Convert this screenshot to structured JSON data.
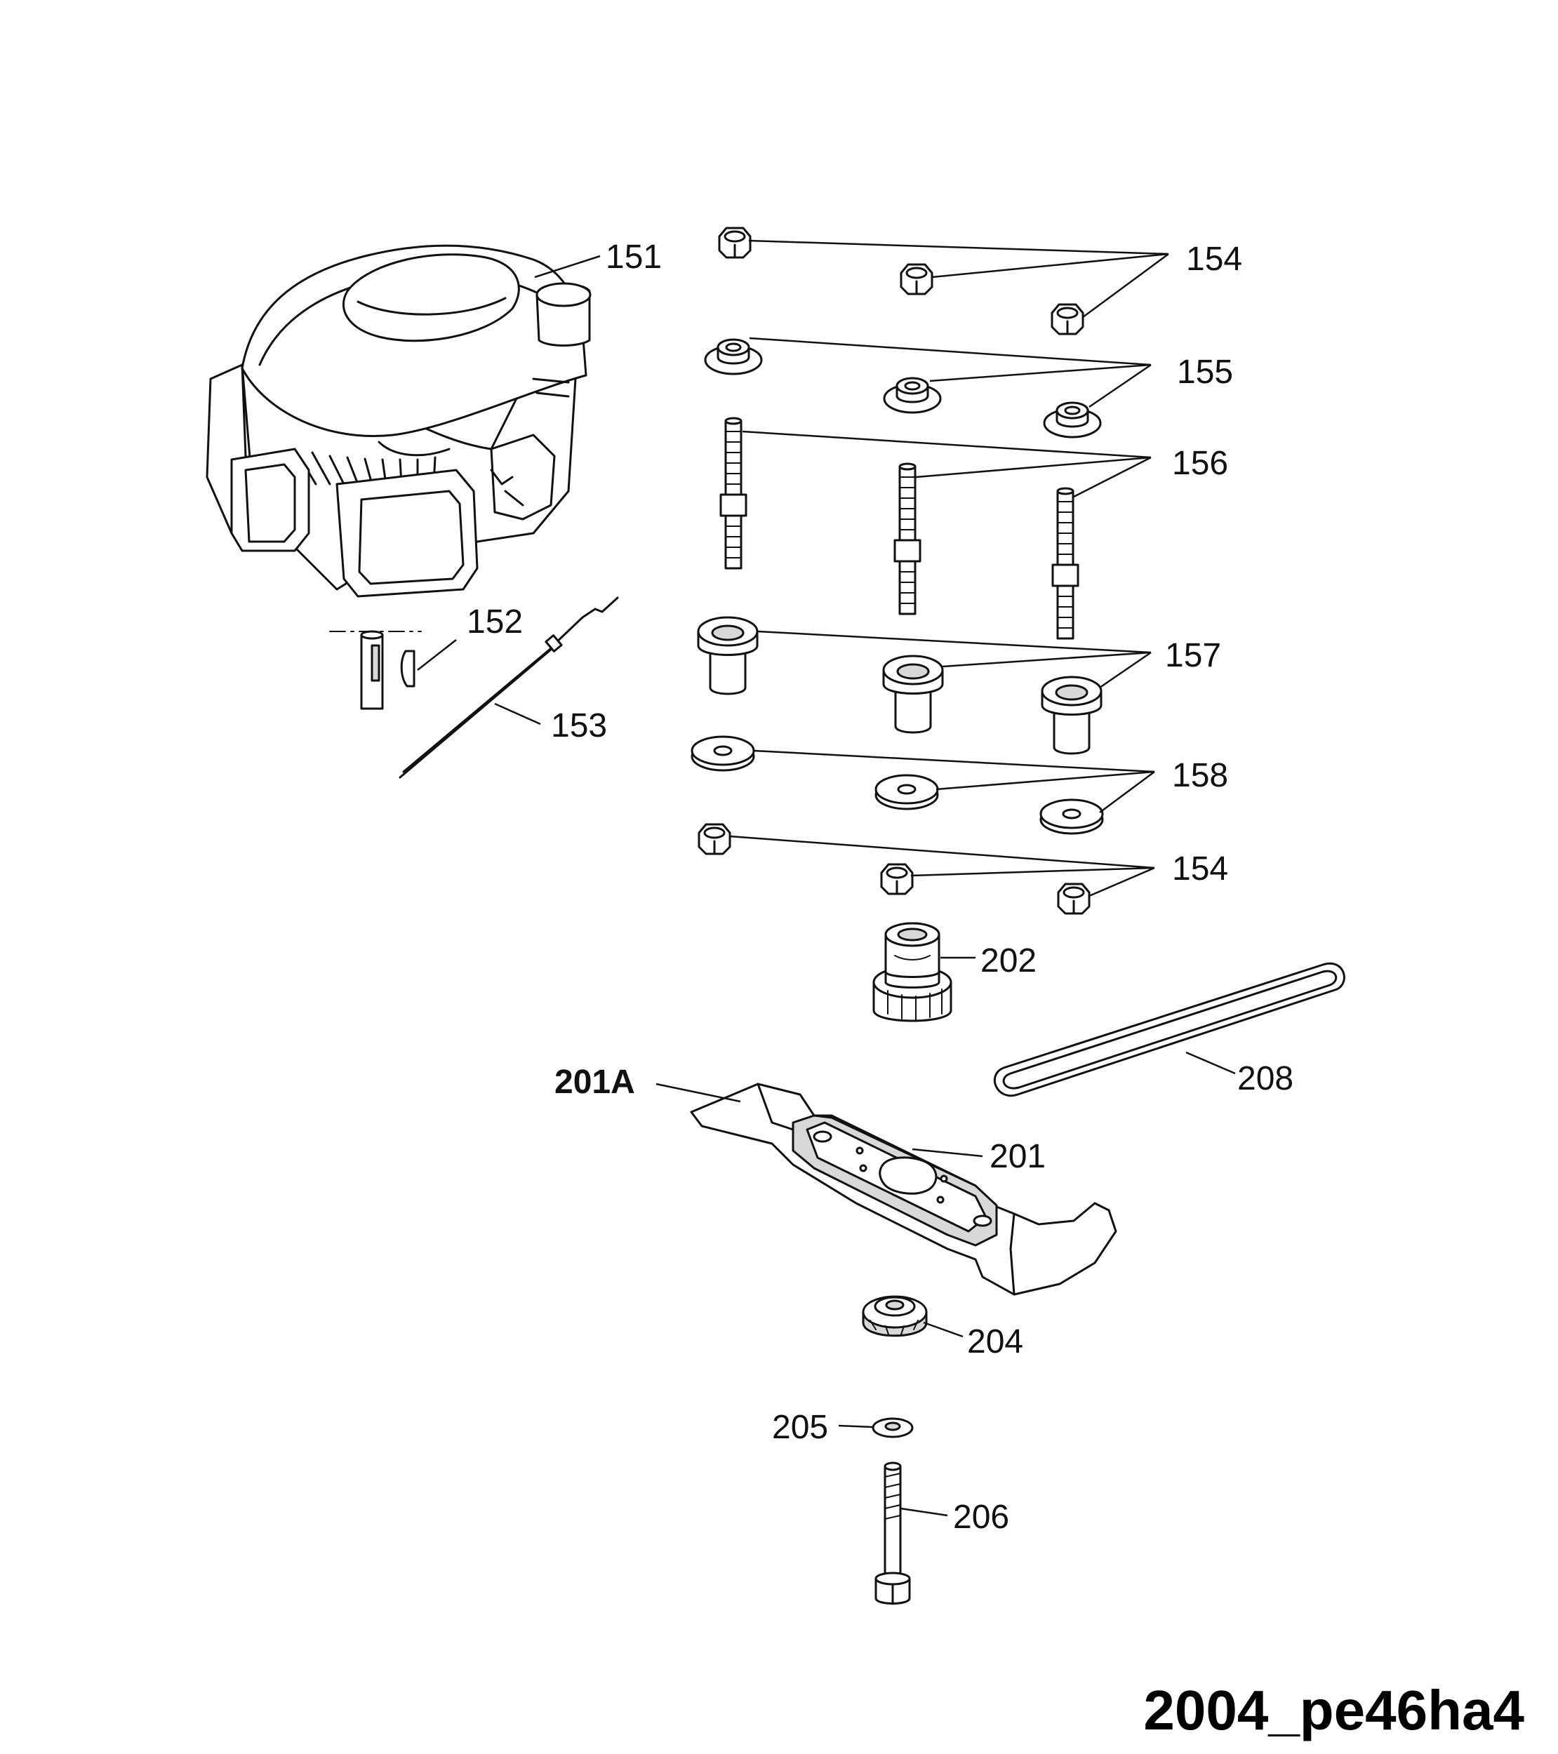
{
  "labels": {
    "p151": "151",
    "p152": "152",
    "p153": "153",
    "p154a": "154",
    "p155": "155",
    "p156": "156",
    "p157": "157",
    "p158": "158",
    "p154b": "154",
    "p202": "202",
    "p208": "208",
    "p201a": "201A",
    "p201": "201",
    "p204": "204",
    "p205": "205",
    "p206": "206"
  },
  "drawing_id": "2004_pe46ha4",
  "colors": {
    "line": "#111111",
    "background": "#ffffff",
    "shade": "#d8d8d8"
  }
}
